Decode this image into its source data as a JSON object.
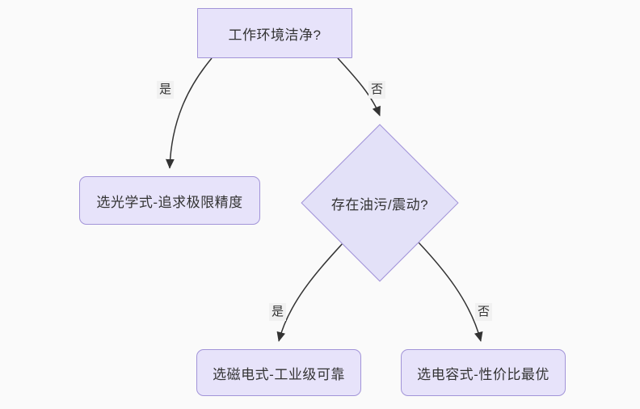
{
  "diagram": {
    "type": "flowchart",
    "direction": "top-down",
    "background_color": "#fafafa",
    "node_fill": "#e7e3fa",
    "node_stroke": "#a294d8",
    "edge_color": "#333333",
    "nodes": [
      {
        "id": "n1",
        "label": "工作环境洁净?",
        "shape": "rectangle"
      },
      {
        "id": "n2",
        "label": "选光学式-追求极限精度",
        "shape": "rounded-rectangle"
      },
      {
        "id": "n3",
        "label": "存在油污/震动?",
        "shape": "diamond"
      },
      {
        "id": "n4",
        "label": "选磁电式-工业级可靠",
        "shape": "rounded-rectangle"
      },
      {
        "id": "n5",
        "label": "选电容式-性价比最优",
        "shape": "rounded-rectangle"
      }
    ],
    "edges": [
      {
        "from": "n1",
        "to": "n2",
        "label": "是"
      },
      {
        "from": "n1",
        "to": "n3",
        "label": "否"
      },
      {
        "from": "n3",
        "to": "n4",
        "label": "是"
      },
      {
        "from": "n3",
        "to": "n5",
        "label": "否"
      }
    ]
  }
}
